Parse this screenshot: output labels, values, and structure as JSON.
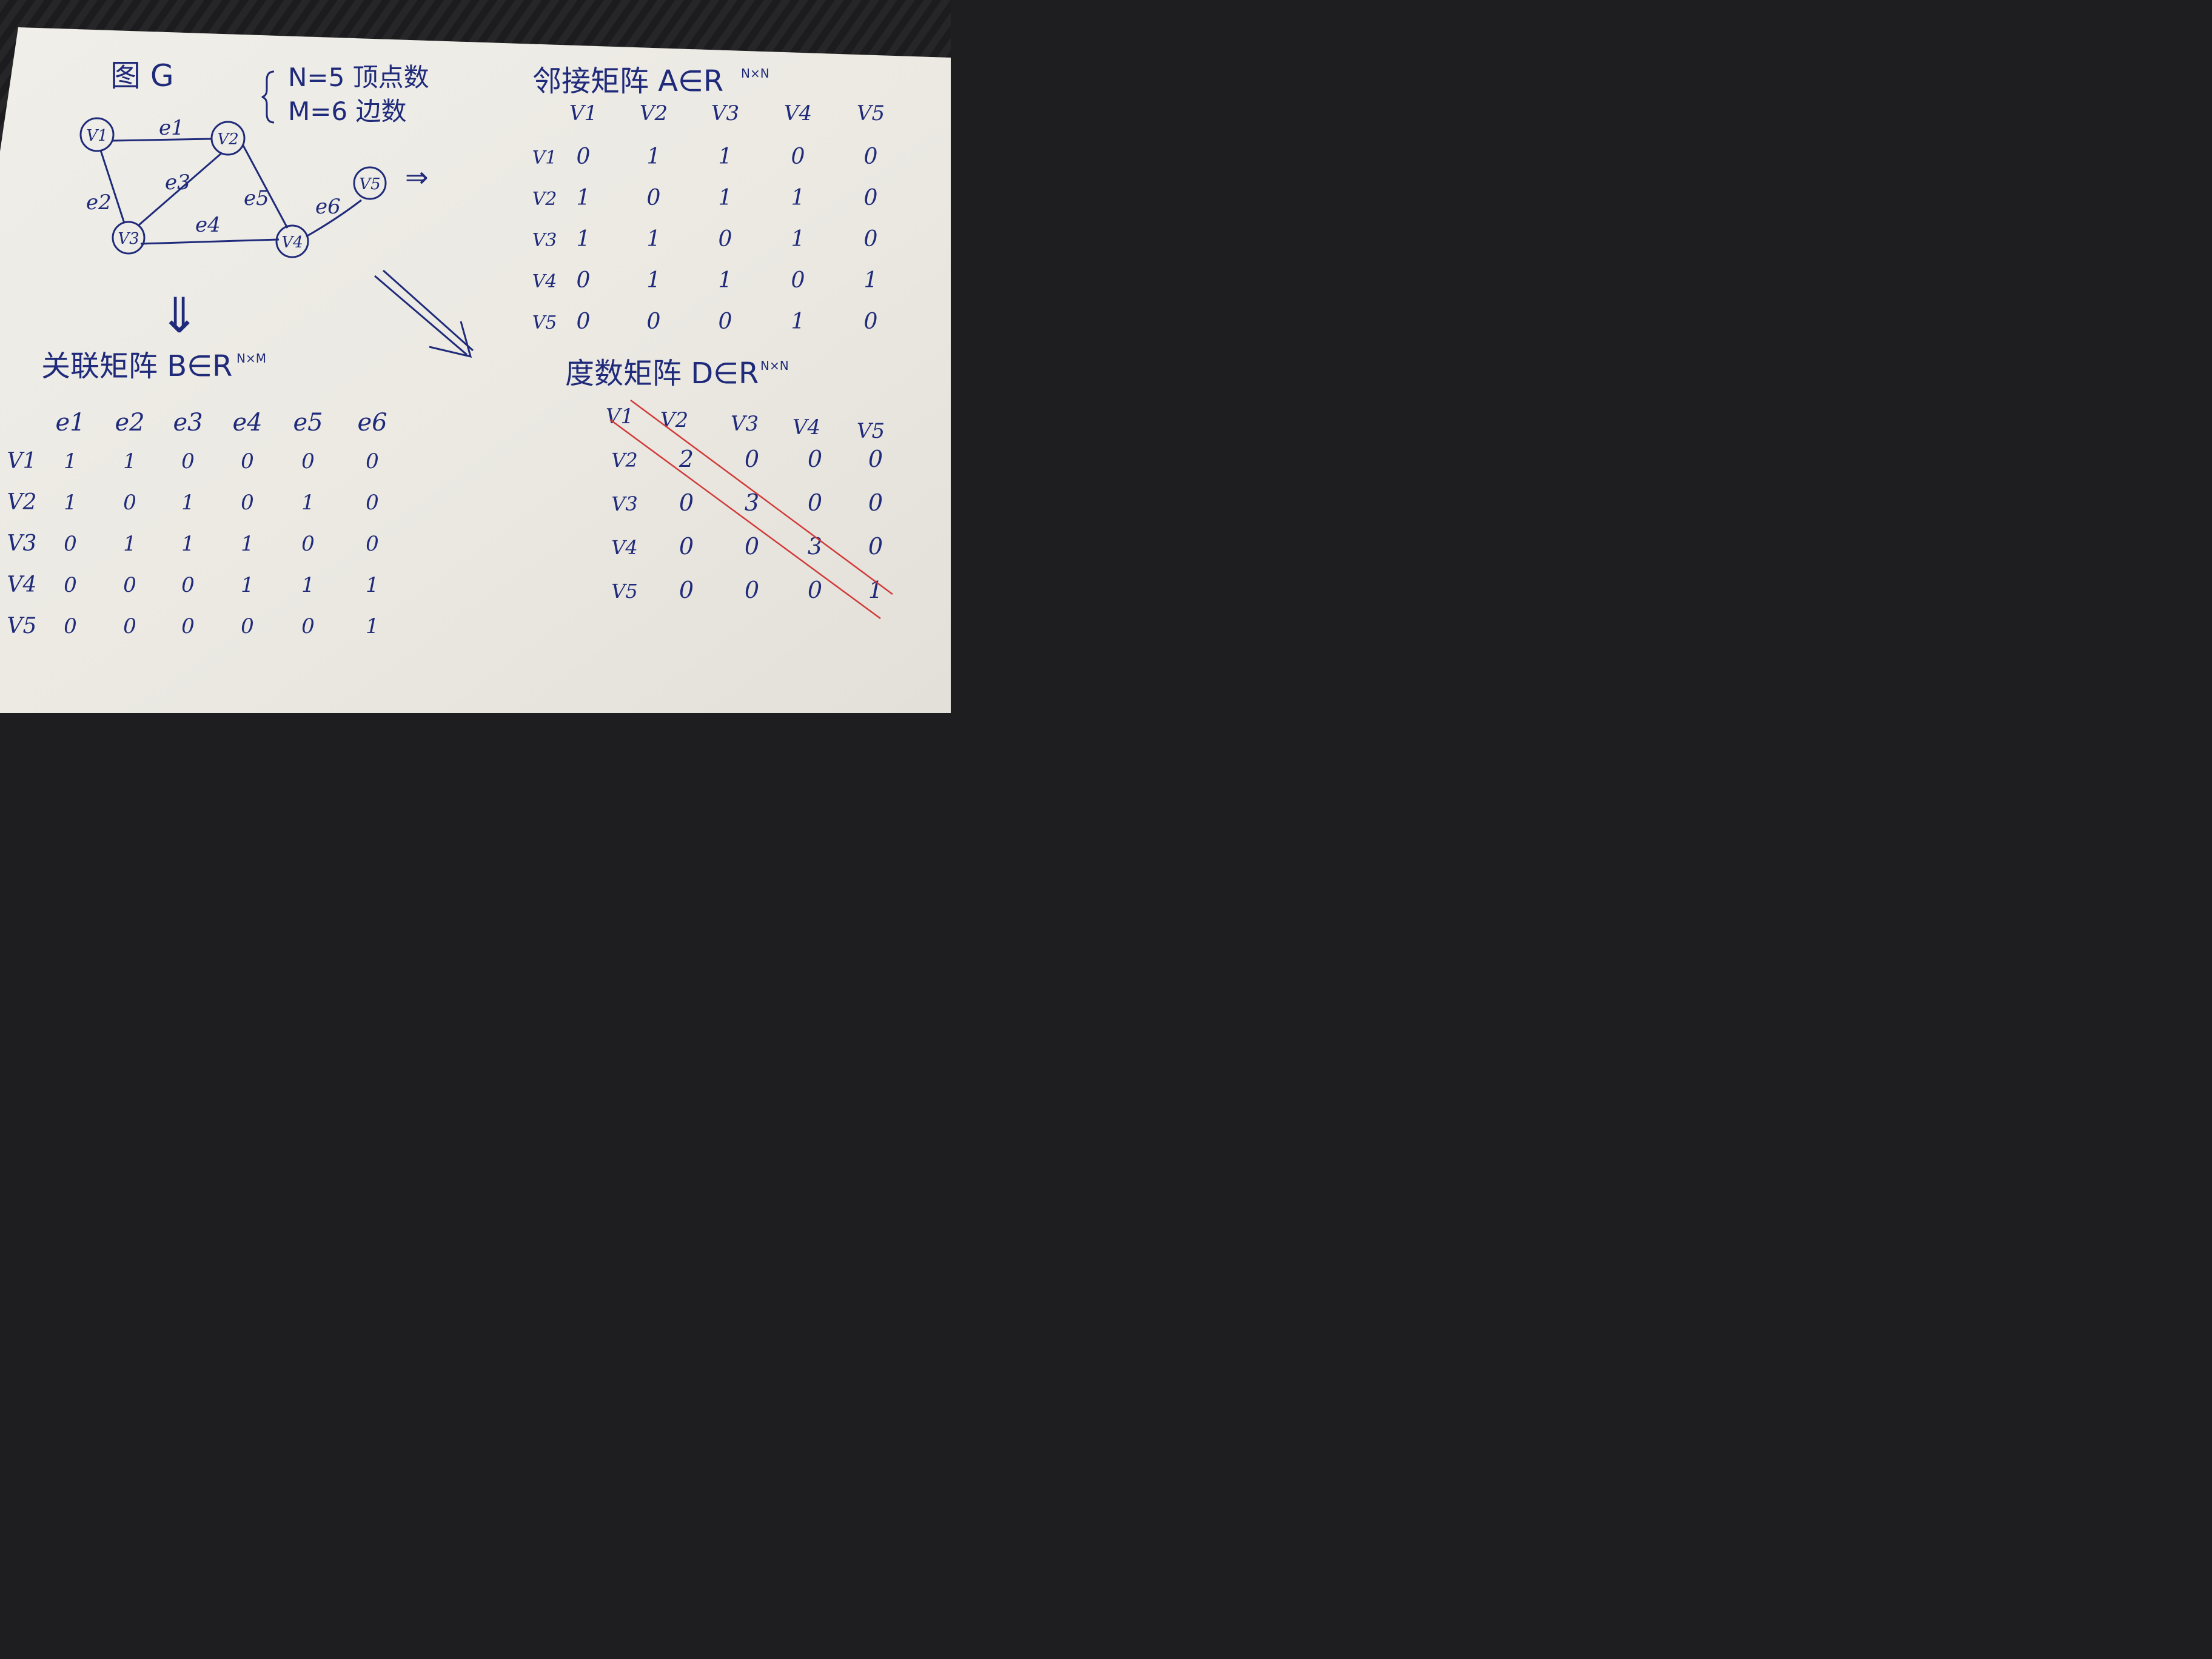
{
  "graph": {
    "title": "图 G",
    "legend": {
      "n_line": "N=5 顶点数",
      "m_line": "M=6 边数"
    },
    "vertices": [
      {
        "id": "v1",
        "label": "V1"
      },
      {
        "id": "v2",
        "label": "V2"
      },
      {
        "id": "v3",
        "label": "V3"
      },
      {
        "id": "v4",
        "label": "V4"
      },
      {
        "id": "v5",
        "label": "V5"
      }
    ],
    "edges": [
      {
        "label": "e1",
        "from": "v1",
        "to": "v2"
      },
      {
        "label": "e2",
        "from": "v1",
        "to": "v3"
      },
      {
        "label": "e3",
        "from": "v3",
        "to": "v2"
      },
      {
        "label": "e4",
        "from": "v3",
        "to": "v4"
      },
      {
        "label": "e5",
        "from": "v2",
        "to": "v4"
      },
      {
        "label": "e6",
        "from": "v4",
        "to": "v5"
      }
    ],
    "arrow_right": "⇒",
    "arrow_down": "⇓"
  },
  "adjacency": {
    "title": "邻接矩阵 A∈R",
    "superscript": "N×N",
    "cols": [
      "V1",
      "V2",
      "V3",
      "V4",
      "V5"
    ],
    "rows": [
      "V1",
      "V2",
      "V3",
      "V4",
      "V5"
    ],
    "values": [
      [
        "0",
        "1",
        "1",
        "0",
        "0"
      ],
      [
        "1",
        "0",
        "1",
        "1",
        "0"
      ],
      [
        "1",
        "1",
        "0",
        "1",
        "0"
      ],
      [
        "0",
        "1",
        "1",
        "0",
        "1"
      ],
      [
        "0",
        "0",
        "0",
        "1",
        "0"
      ]
    ]
  },
  "incidence": {
    "title": "关联矩阵 B∈R",
    "superscript": "N×M",
    "cols": [
      "e1",
      "e2",
      "e3",
      "e4",
      "e5",
      "e6"
    ],
    "rows": [
      "V1",
      "V2",
      "V3",
      "V4",
      "V5"
    ],
    "values": [
      [
        "1",
        "1",
        "0",
        "0",
        "0",
        "0"
      ],
      [
        "1",
        "0",
        "1",
        "0",
        "1",
        "0"
      ],
      [
        "0",
        "1",
        "1",
        "1",
        "0",
        "0"
      ],
      [
        "0",
        "0",
        "0",
        "1",
        "1",
        "1"
      ],
      [
        "0",
        "0",
        "0",
        "0",
        "0",
        "1"
      ]
    ]
  },
  "degree": {
    "title": "度数矩阵 D∈R",
    "superscript": "N×N",
    "cols": [
      "V1",
      "V2",
      "V3",
      "V4",
      "V5"
    ],
    "rows": [
      "V2",
      "V3",
      "V4",
      "V5"
    ],
    "values": [
      [
        "2",
        "0",
        "0",
        "0"
      ],
      [
        "0",
        "3",
        "0",
        "0"
      ],
      [
        "0",
        "0",
        "3",
        "0"
      ],
      [
        "0",
        "0",
        "0",
        "1"
      ]
    ]
  },
  "colors": {
    "ink": "#1f2a7a",
    "paper": "#eeece6",
    "highlight": "#d23a3a",
    "background": "#1e1e20"
  }
}
